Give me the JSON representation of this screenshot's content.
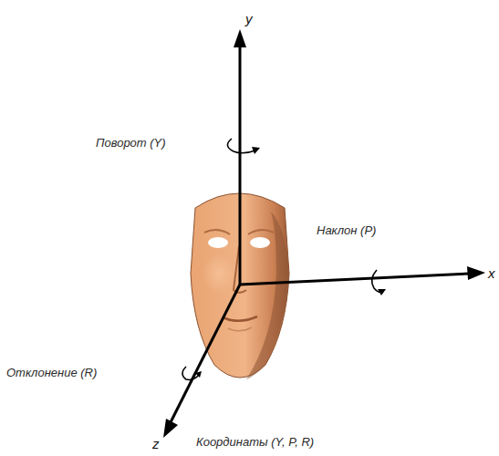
{
  "diagram": {
    "labels": [
      "y",
      "Поворот (Y)",
      "Наклон (P)",
      "x",
      "Отклонение (R)",
      "z",
      "Координаты (Y, P, R)"
    ]
  }
}
